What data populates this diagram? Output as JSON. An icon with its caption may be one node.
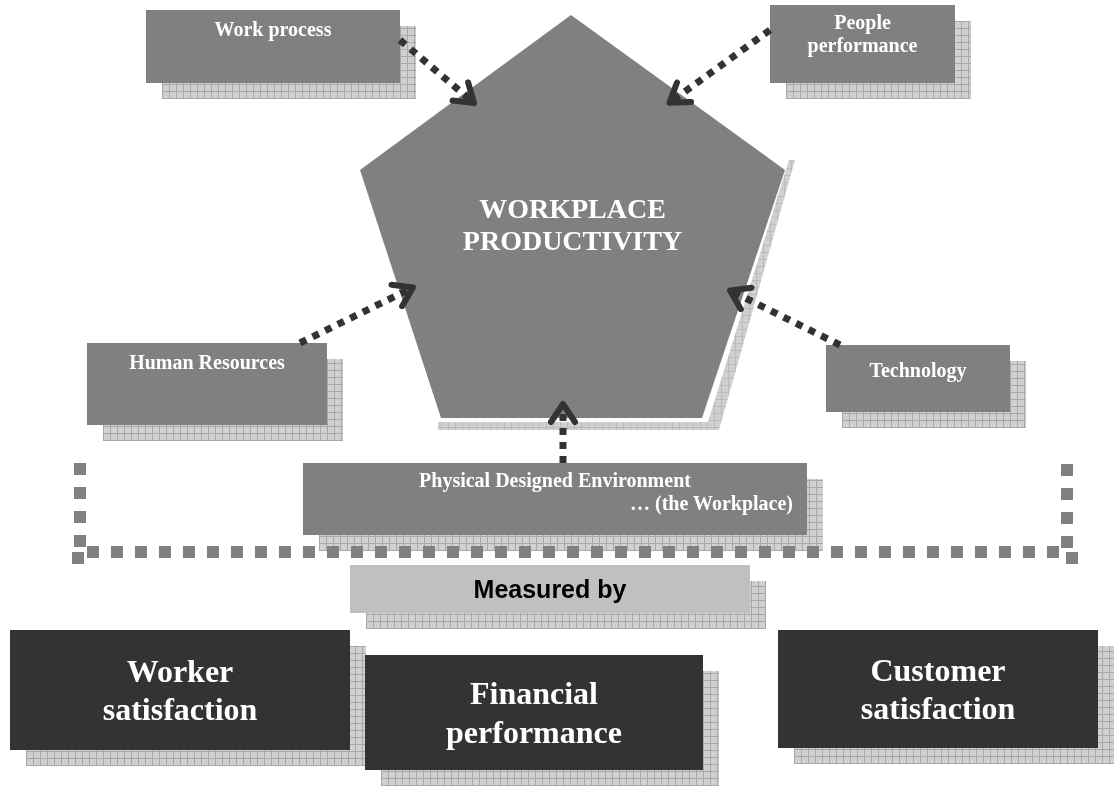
{
  "diagram": {
    "nodes": [
      {
        "text": [
          "Work process"
        ]
      },
      {
        "text": [
          "People performance"
        ]
      },
      {
        "text": [
          "WORKPLACE PRODUCTIVITY"
        ]
      },
      {
        "text": [
          "Human Resources"
        ]
      },
      {
        "text": [
          "Technology"
        ]
      },
      {
        "text": [
          "Physical Designed Environment",
          "… (the Workplace)"
        ]
      },
      {
        "text": [
          "Measured by"
        ]
      },
      {
        "text": [
          "Worker satisfaction"
        ]
      },
      {
        "text": [
          "Financial performance"
        ]
      },
      {
        "text": [
          "Customer satisfaction"
        ]
      }
    ],
    "edges": [
      {
        "from": 0,
        "to": 2,
        "arrow": "to",
        "style": "dashed"
      },
      {
        "from": 1,
        "to": 2,
        "arrow": "to",
        "style": "dashed"
      },
      {
        "from": 3,
        "to": 2,
        "arrow": "to",
        "style": "dashed"
      },
      {
        "from": 4,
        "to": 2,
        "arrow": "to",
        "style": "dashed"
      },
      {
        "from": 5,
        "to": 2,
        "arrow": "to",
        "style": "dashed"
      }
    ]
  }
}
